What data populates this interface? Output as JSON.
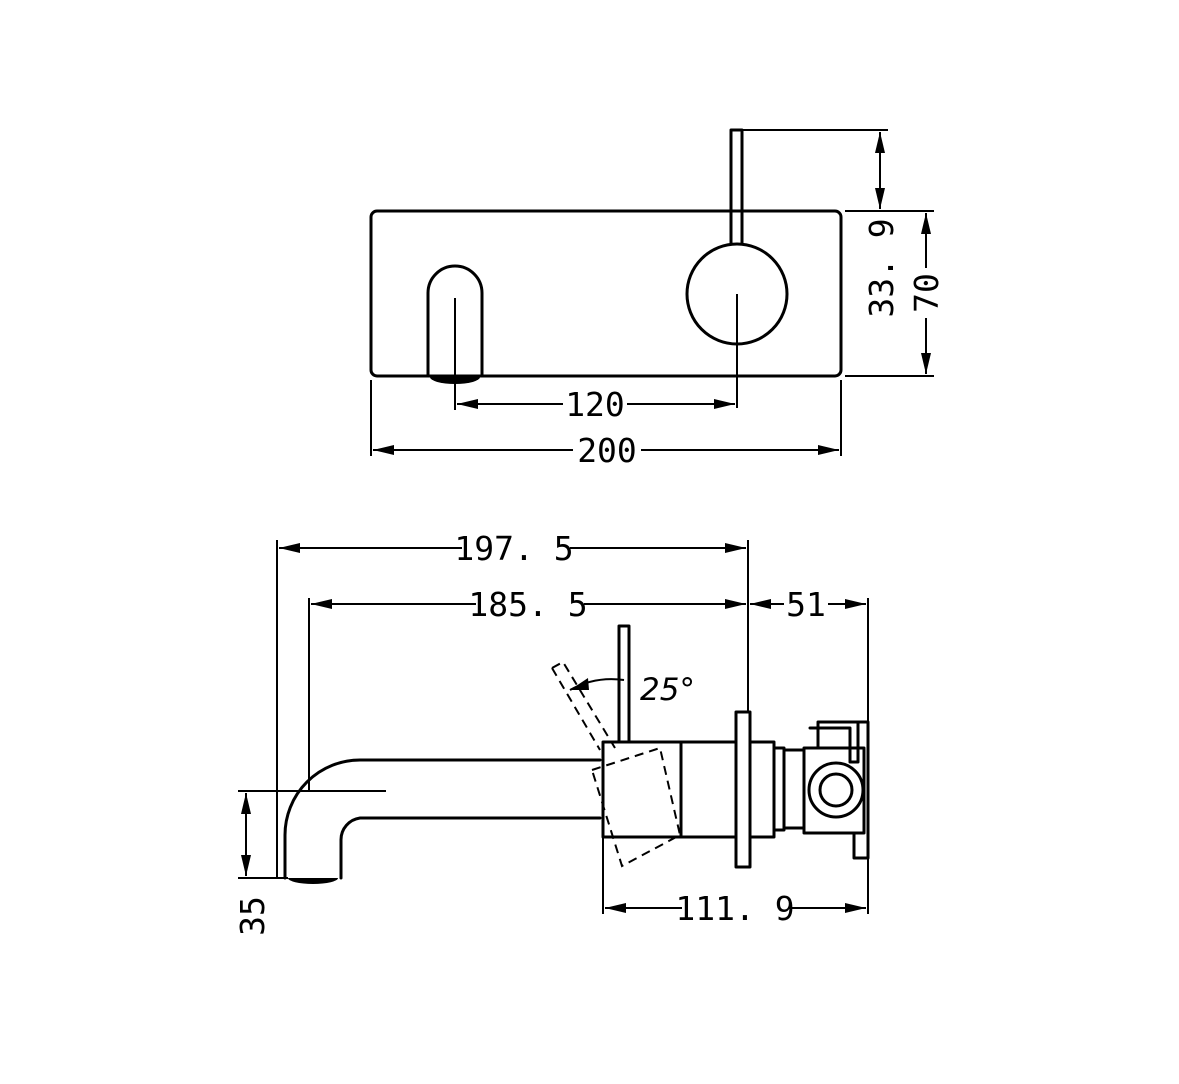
{
  "front_view": {
    "dimensions": {
      "spout_to_handle": "120",
      "plate_width": "200",
      "lever_above_plate": "33. 9",
      "plate_height": "70"
    }
  },
  "side_view": {
    "dimensions": {
      "total_length": "197. 5",
      "spout_reach": "185. 5",
      "wall_depth": "51",
      "body_depth": "111. 9",
      "spout_height": "35",
      "lever_angle": "25°"
    }
  }
}
